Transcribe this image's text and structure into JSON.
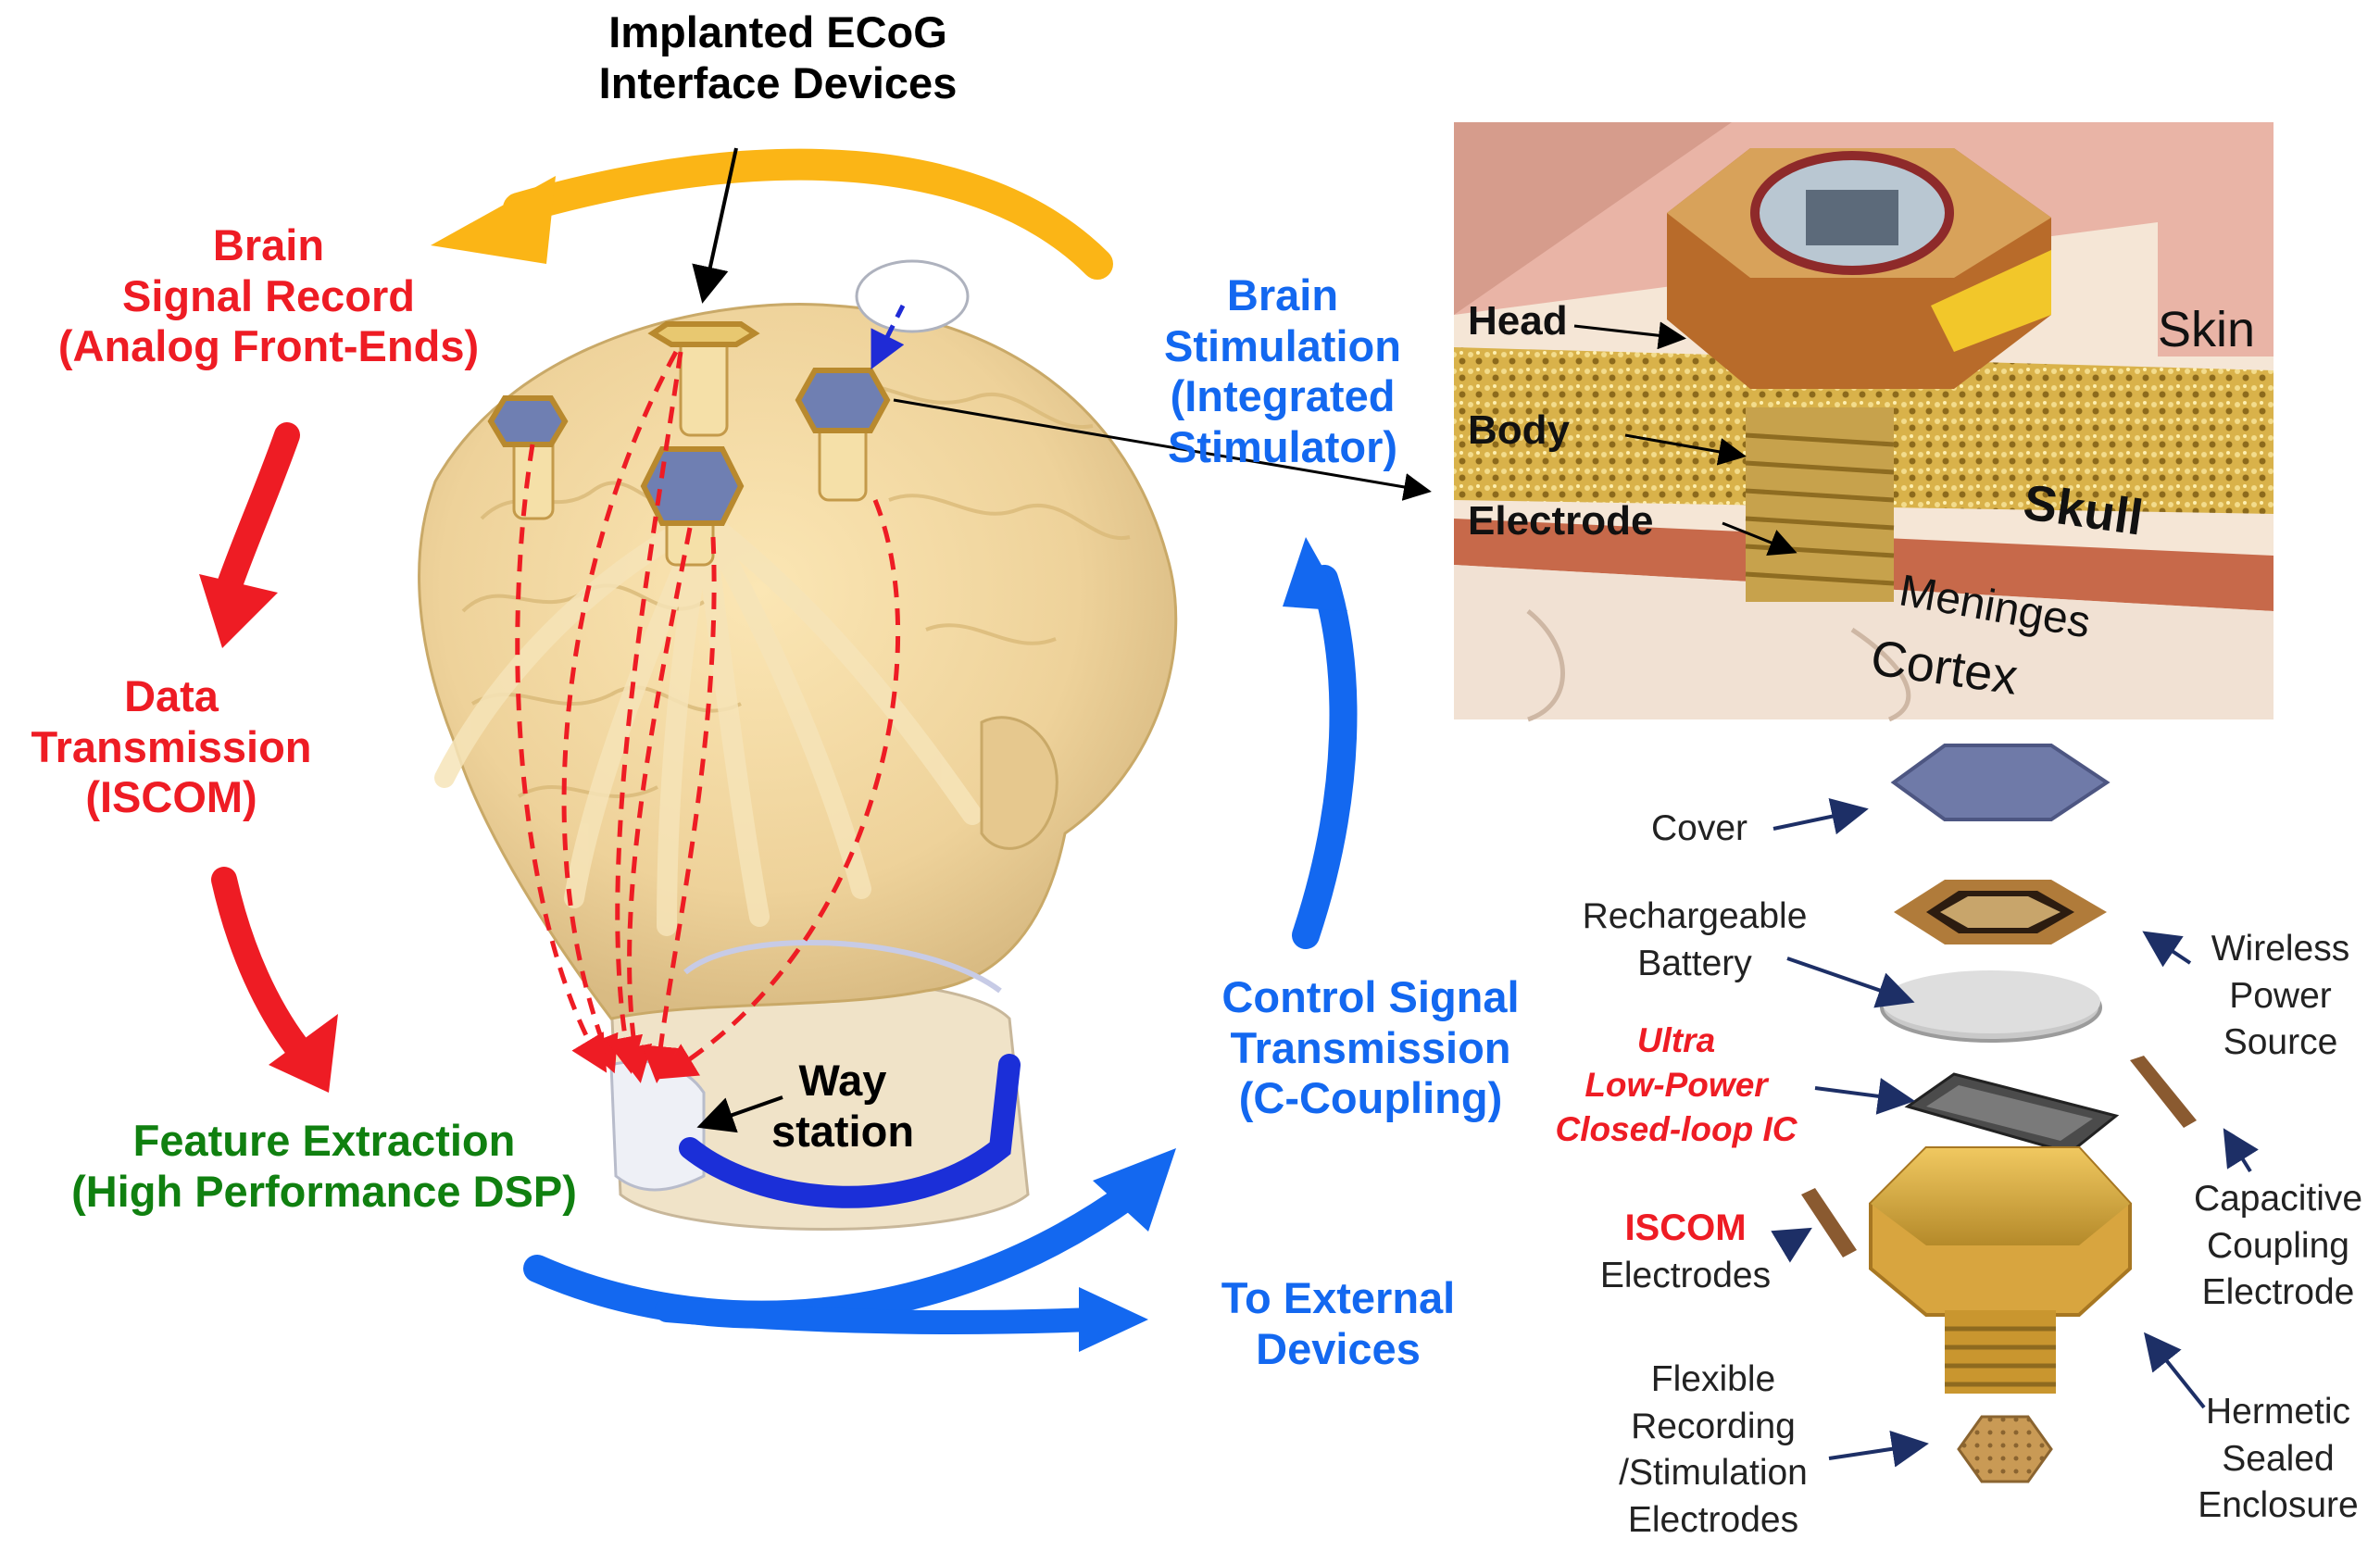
{
  "colors": {
    "red": "#ee1c24",
    "green": "#108010",
    "blue": "#1368f0",
    "orange": "#fbb516",
    "black": "#000000",
    "bronze": "#c9a24a"
  },
  "labels": {
    "implanted": "Implanted ECoG\nInterface Devices",
    "brain_signal": "Brain\nSignal Record\n(Analog Front-Ends)",
    "data_transmission": "Data\nTransmission\n(ISCOM)",
    "feature_extraction": "Feature Extraction\n(High Performance DSP)",
    "way_station": "Way\nstation",
    "brain_stimulation": "Brain\nStimulation\n(Integrated\nStimulator)",
    "control_signal": "Control Signal\nTransmission\n(C-Coupling)",
    "to_external": "To External\nDevices"
  },
  "inset": {
    "head": "Head",
    "body": "Body",
    "electrode": "Electrode",
    "skin": "Skin",
    "skull": "Skull",
    "meninges": "Meninges",
    "cortex": "Cortex"
  },
  "exploded": {
    "cover": "Cover",
    "battery": "Rechargeable\nBattery",
    "wireless": "Wireless\nPower\nSource",
    "ic": "Ultra\nLow-Power\nClosed-loop IC",
    "capacitive": "Capacitive\nCoupling\nElectrode",
    "iscom_red": "ISCOM",
    "iscom_black": "Electrodes",
    "flexible": "Flexible\nRecording\n/Stimulation\nElectrodes",
    "hermetic": "Hermetic\nSealed\nEnclosure"
  }
}
